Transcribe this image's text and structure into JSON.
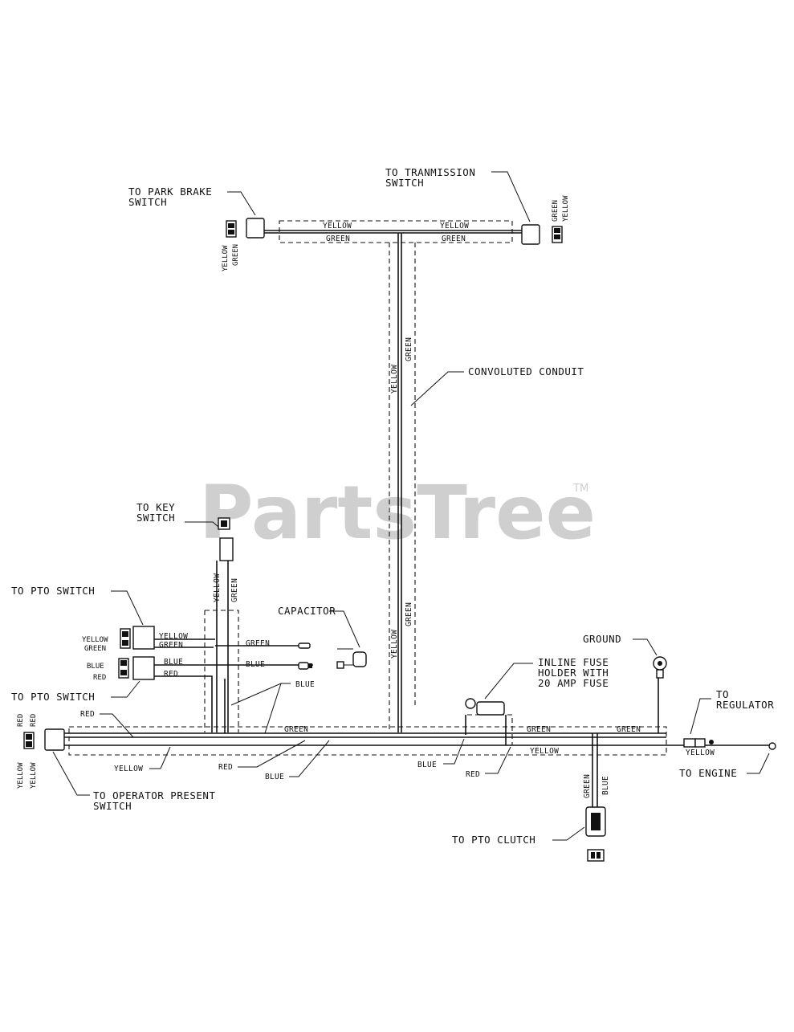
{
  "watermark": {
    "brand": "PartsTree",
    "tm": "TM"
  },
  "labels": {
    "park_brake_1": "TO PARK BRAKE",
    "park_brake_2": "SWITCH",
    "transmission_1": "TO TRANMISSION",
    "transmission_2": "SWITCH",
    "conduit": "CONVOLUTED CONDUIT",
    "key_switch_1": "TO KEY",
    "key_switch_2": "SWITCH",
    "pto_switch_top": "TO PTO SWITCH",
    "pto_switch_bottom": "TO PTO SWITCH",
    "capacitor": "CAPACITOR",
    "ground": "GROUND",
    "fuse_1": "INLINE FUSE",
    "fuse_2": "HOLDER WITH",
    "fuse_3": "20 AMP FUSE",
    "regulator_1": "TO",
    "regulator_2": "REGULATOR",
    "engine": "TO ENGINE",
    "operator_1": "TO OPERATOR PRESENT",
    "operator_2": "SWITCH",
    "pto_clutch": "TO PTO CLUTCH"
  },
  "wire_colors": {
    "yellow": "YELLOW",
    "green": "GREEN",
    "blue": "BLUE",
    "red": "RED"
  }
}
